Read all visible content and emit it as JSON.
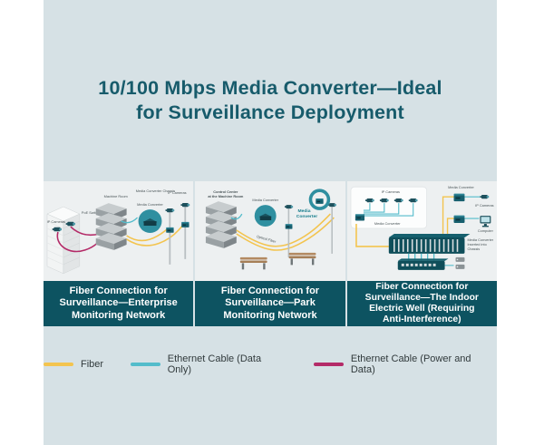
{
  "title": {
    "line1": "10/100 Mbps Media Converter—Ideal",
    "line2": "for Surveillance Deployment"
  },
  "panels": [
    {
      "caption_lines": [
        "Fiber Connection for",
        "Surveillance—Enterprise",
        "Monitoring Network"
      ],
      "labels": {
        "ip_cameras_left": "IP Cameras",
        "poe_switch": "PoE Switch",
        "machine_room": "Machine Room",
        "chassis": "Media Converter Chassis",
        "media_converter": "Media Converter",
        "ip_cameras_right": "IP Cameras"
      }
    },
    {
      "caption_lines": [
        "Fiber Connection for",
        "Surveillance—Park",
        "Monitoring Network"
      ],
      "labels": {
        "control_center_l1": "Control Center",
        "control_center_l2": "at the Machine Room",
        "optical_fiber": "Optical Fiber",
        "media_converter": "Media Converter",
        "media_converter_right_l1": "Media",
        "media_converter_right_l2": "Converter"
      }
    },
    {
      "caption_lines": [
        "Fiber Connection for",
        "Surveillance—The Indoor",
        "Electric Well (Requiring",
        "Anti-Interference)"
      ],
      "labels": {
        "ip_cameras_box": "IP Cameras",
        "media_converter_box": "Media Converter",
        "media_converter_top": "Media Converter",
        "ip_cameras_right": "IP Cameras",
        "computer": "Computer",
        "chassis_l1": "Media Converter",
        "chassis_l2": "Inserted into",
        "chassis_l3": "Chassis"
      }
    }
  ],
  "legend": {
    "items": [
      {
        "label": "Fiber",
        "color": "#F3C44F"
      },
      {
        "label": "Ethernet Cable (Data Only)",
        "color": "#53BCCB"
      },
      {
        "label": "Ethernet Cable (Power and Data)",
        "color": "#B42B68"
      }
    ]
  },
  "colors": {
    "page_background": "#FFFFFF",
    "content_background": "#D6E1E5",
    "diagram_background": "#EDF0F1",
    "caption_bar": "#0D5361",
    "title_text": "#175B6B",
    "accent_teal": "#1A7F8E",
    "fiber_yellow": "#F3C44F",
    "ethernet_data_cyan": "#53BCCB",
    "ethernet_power_magenta": "#B42B68"
  }
}
